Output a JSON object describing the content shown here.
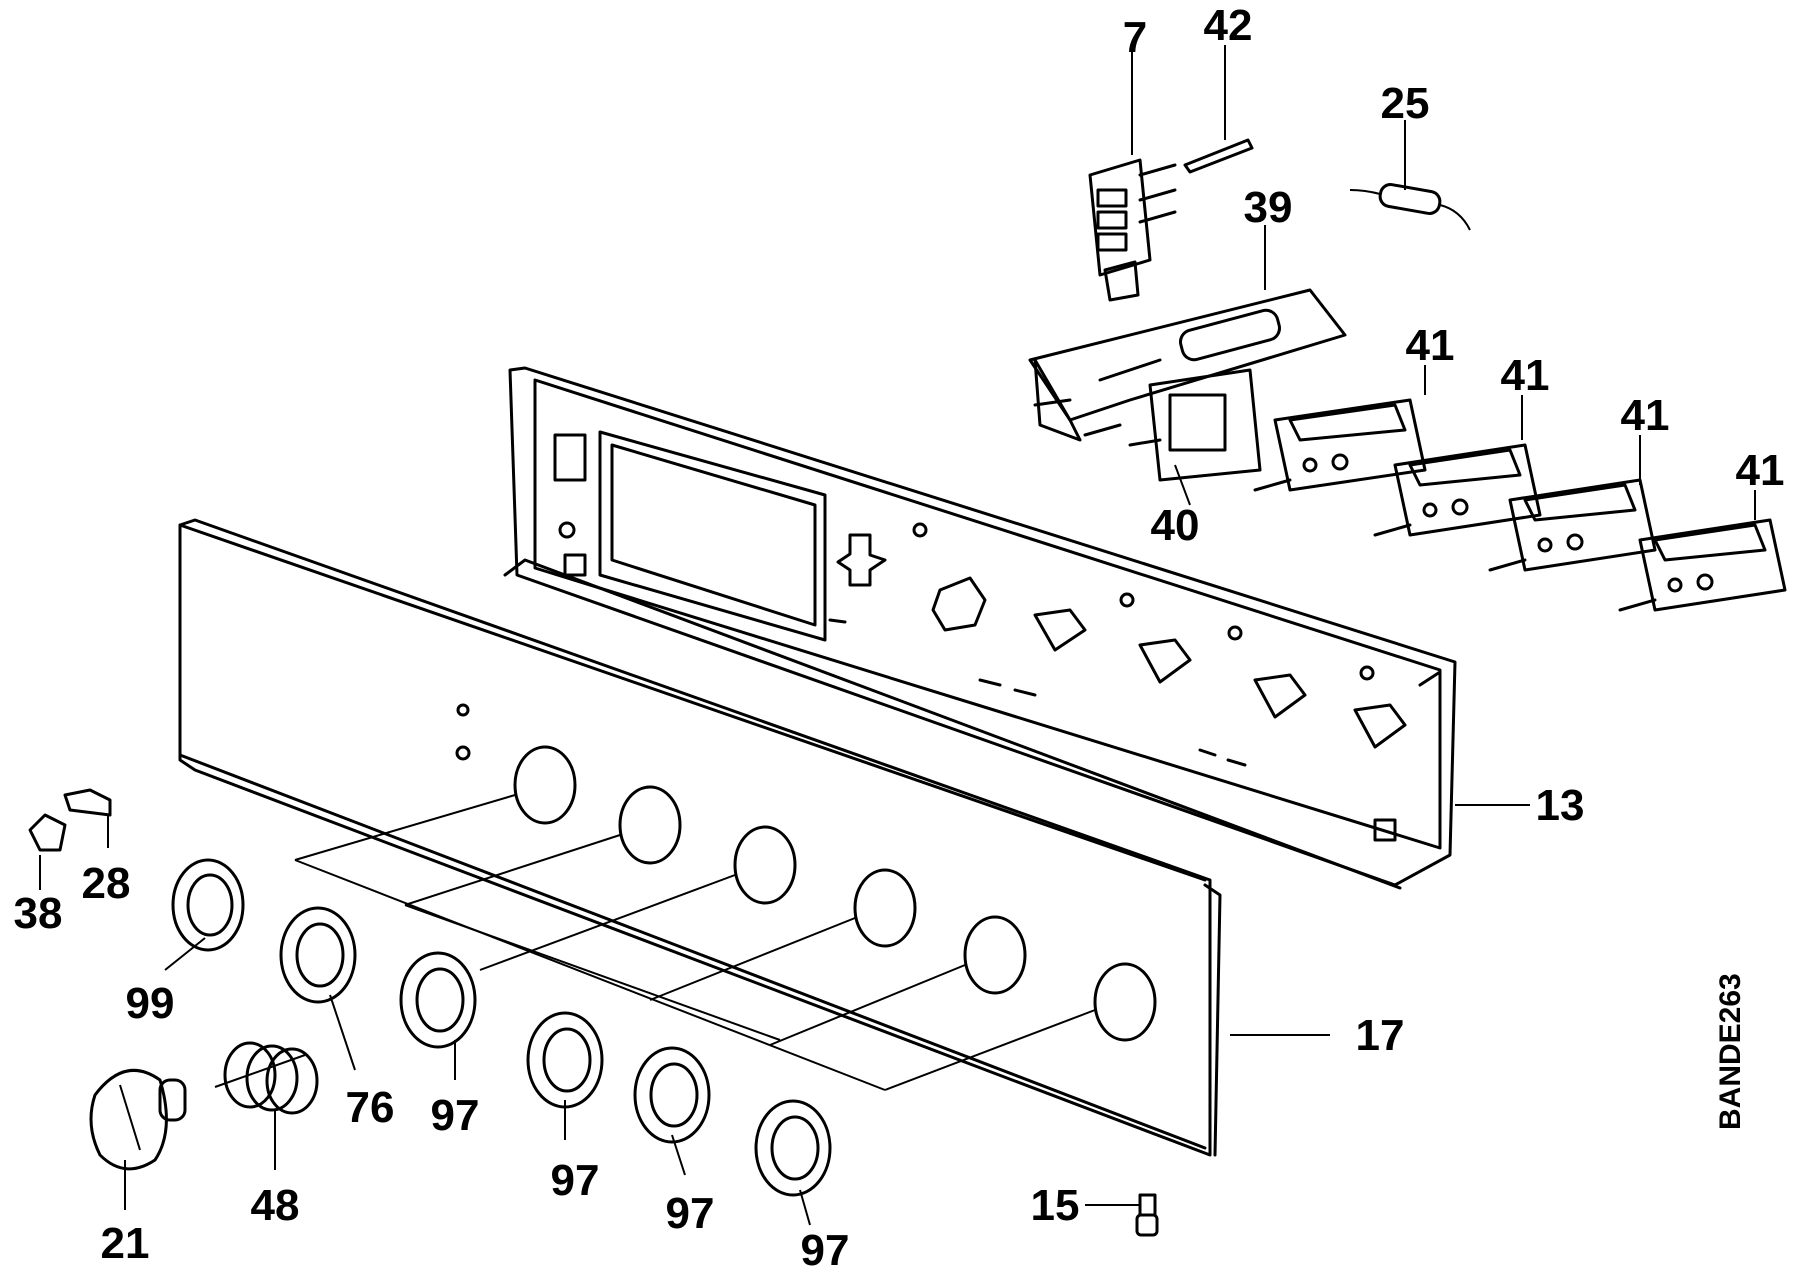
{
  "drawing_code": "BANDE263",
  "callouts": {
    "c7": "7",
    "c42": "42",
    "c25": "25",
    "c39": "39",
    "c41a": "41",
    "c41b": "41",
    "c41c": "41",
    "c41d": "41",
    "c40": "40",
    "c13": "13",
    "c17": "17",
    "c38": "38",
    "c28": "28",
    "c99": "99",
    "c76": "76",
    "c97a": "97",
    "c97b": "97",
    "c97c": "97",
    "c97d": "97",
    "c97e": "97",
    "c48": "48",
    "c21": "21",
    "c15": "15"
  }
}
